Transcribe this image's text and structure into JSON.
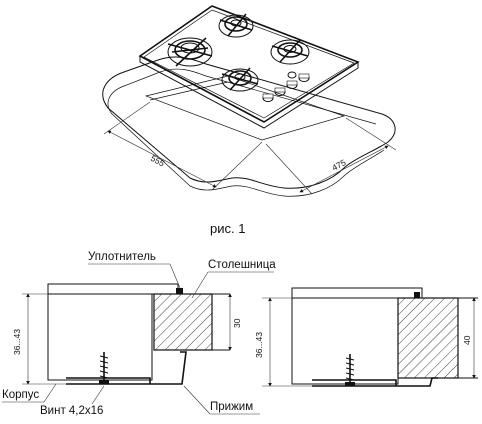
{
  "figure_caption": "рис. 1",
  "top_view": {
    "dim_width": "555",
    "dim_depth": "475"
  },
  "section_left": {
    "label_seal": "Уплотнитель",
    "label_countertop": "Столешница",
    "label_body": "Корпус",
    "label_screw": "Винт 4,2х16",
    "label_clamp": "Прижим",
    "dim_body_height": "36...43",
    "dim_top_thickness": "30"
  },
  "section_right": {
    "dim_body_height": "36...43",
    "dim_top_thickness": "40"
  }
}
